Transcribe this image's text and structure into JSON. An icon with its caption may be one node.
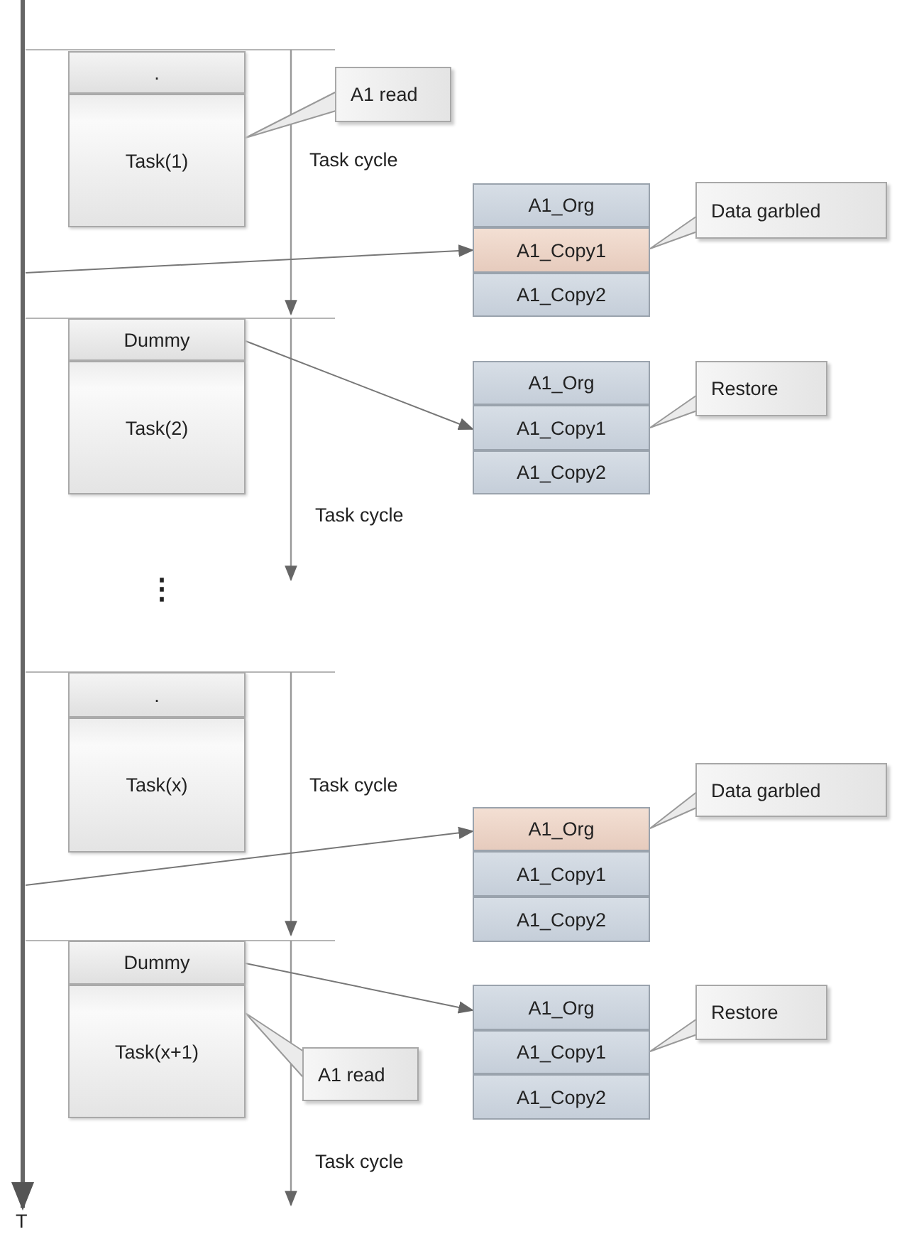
{
  "diagram": {
    "nodes": [
      {
        "text": [
          "."
        ]
      },
      {
        "text": [
          "Task(1)"
        ]
      },
      {
        "text": [
          "A1 read"
        ]
      },
      {
        "text": [
          "A1_Org"
        ]
      },
      {
        "text": [
          "A1_Copy1"
        ]
      },
      {
        "text": [
          "A1_Copy2"
        ]
      },
      {
        "text": [
          "Data garbled"
        ]
      },
      {
        "text": [
          "Dummy"
        ]
      },
      {
        "text": [
          "Task(2)"
        ]
      },
      {
        "text": [
          "A1_Org"
        ]
      },
      {
        "text": [
          "A1_Copy1"
        ]
      },
      {
        "text": [
          "A1_Copy2"
        ]
      },
      {
        "text": [
          "Restore"
        ]
      },
      {
        "text": [
          "."
        ]
      },
      {
        "text": [
          "Task(x)"
        ]
      },
      {
        "text": [
          "A1_Org"
        ]
      },
      {
        "text": [
          "A1_Copy1"
        ]
      },
      {
        "text": [
          "A1_Copy2"
        ]
      },
      {
        "text": [
          "Data garbled"
        ]
      },
      {
        "text": [
          "Dummy"
        ]
      },
      {
        "text": [
          "Task(x+1)"
        ]
      },
      {
        "text": [
          "A1 read"
        ]
      },
      {
        "text": [
          "A1_Org"
        ]
      },
      {
        "text": [
          "A1_Copy1"
        ]
      },
      {
        "text": [
          "A1_Copy2"
        ]
      },
      {
        "text": [
          "Restore"
        ]
      }
    ],
    "edges": [
      {
        "from": 2,
        "to": 1,
        "arrow": "none"
      },
      {
        "from": null,
        "to": 4,
        "arrow": "to"
      },
      {
        "from": 6,
        "to": 4,
        "arrow": "none"
      },
      {
        "from": 7,
        "to": 10,
        "arrow": "to"
      },
      {
        "from": 12,
        "to": 10,
        "arrow": "none"
      },
      {
        "from": 18,
        "to": 15,
        "arrow": "none"
      },
      {
        "from": null,
        "to": 15,
        "arrow": "to"
      },
      {
        "from": 19,
        "to": 22,
        "arrow": "to"
      },
      {
        "from": 21,
        "to": 20,
        "arrow": "none"
      },
      {
        "from": 25,
        "to": 23,
        "arrow": "none"
      }
    ],
    "labels": [
      "Task cycle",
      "Task cycle",
      "⋮",
      "Task cycle",
      "Task cycle",
      "T"
    ]
  }
}
